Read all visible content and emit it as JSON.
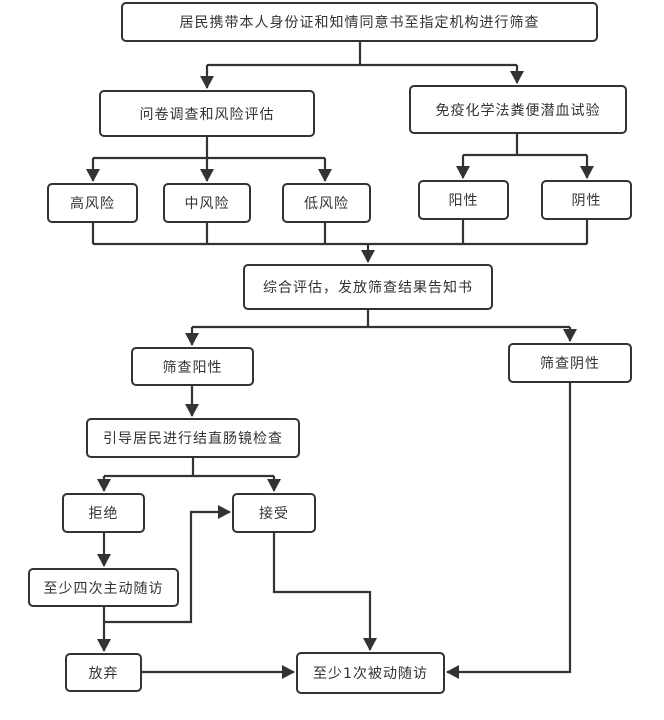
{
  "diagram": {
    "type": "flowchart",
    "nodes": {
      "start": "居民携带本人身份证和知情同意书至指定机构进行筛查",
      "questionnaire": "问卷调查和风险评估",
      "fit": "免疫化学法粪便潜血试验",
      "high_risk": "高风险",
      "mid_risk": "中风险",
      "low_risk": "低风险",
      "positive": "阳性",
      "negative": "阴性",
      "evaluate": "综合评估，发放筛查结果告知书",
      "screen_positive": "筛查阳性",
      "screen_negative": "筛查阴性",
      "colonoscopy": "引导居民进行结直肠镜检查",
      "refuse": "拒绝",
      "accept": "接受",
      "active_followup": "至少四次主动随访",
      "give_up": "放弃",
      "passive_followup": "至少1次被动随访"
    },
    "edges": [
      [
        "start",
        "questionnaire"
      ],
      [
        "start",
        "fit"
      ],
      [
        "questionnaire",
        "high_risk"
      ],
      [
        "questionnaire",
        "mid_risk"
      ],
      [
        "questionnaire",
        "low_risk"
      ],
      [
        "fit",
        "positive"
      ],
      [
        "fit",
        "negative"
      ],
      [
        "high_risk",
        "evaluate"
      ],
      [
        "mid_risk",
        "evaluate"
      ],
      [
        "low_risk",
        "evaluate"
      ],
      [
        "positive",
        "evaluate"
      ],
      [
        "negative",
        "evaluate"
      ],
      [
        "evaluate",
        "screen_positive"
      ],
      [
        "evaluate",
        "screen_negative"
      ],
      [
        "screen_positive",
        "colonoscopy"
      ],
      [
        "colonoscopy",
        "refuse"
      ],
      [
        "colonoscopy",
        "accept"
      ],
      [
        "refuse",
        "active_followup"
      ],
      [
        "active_followup",
        "accept"
      ],
      [
        "active_followup",
        "give_up"
      ],
      [
        "give_up",
        "passive_followup"
      ],
      [
        "accept",
        "passive_followup"
      ],
      [
        "screen_negative",
        "passive_followup"
      ]
    ]
  }
}
